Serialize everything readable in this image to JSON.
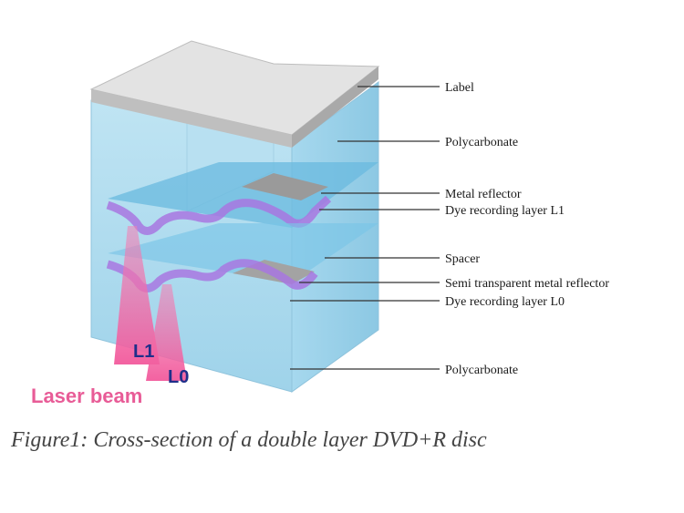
{
  "labels": {
    "label": "Label",
    "polycarbonate_top": "Polycarbonate",
    "metal_reflector": "Metal reflector",
    "dye_layer_l1": "Dye recording layer L1",
    "spacer": "Spacer",
    "semi_transparent_reflector": "Semi transparent metal reflector",
    "dye_layer_l0": "Dye recording layer L0",
    "polycarbonate_bottom": "Polycarbonate"
  },
  "beam": {
    "l1": "L1",
    "l0": "L0",
    "laser_beam": "Laser beam"
  },
  "caption": "Figure1: Cross-section of a double layer DVD+R disc",
  "colors": {
    "polycarbonate": "#a9d9ee",
    "label_layer": "#d9d9d9",
    "dye": "#b27ee0",
    "beam": "#f06aa3",
    "beam_text": "#1f2f8a",
    "laser_text": "#e85c97"
  }
}
